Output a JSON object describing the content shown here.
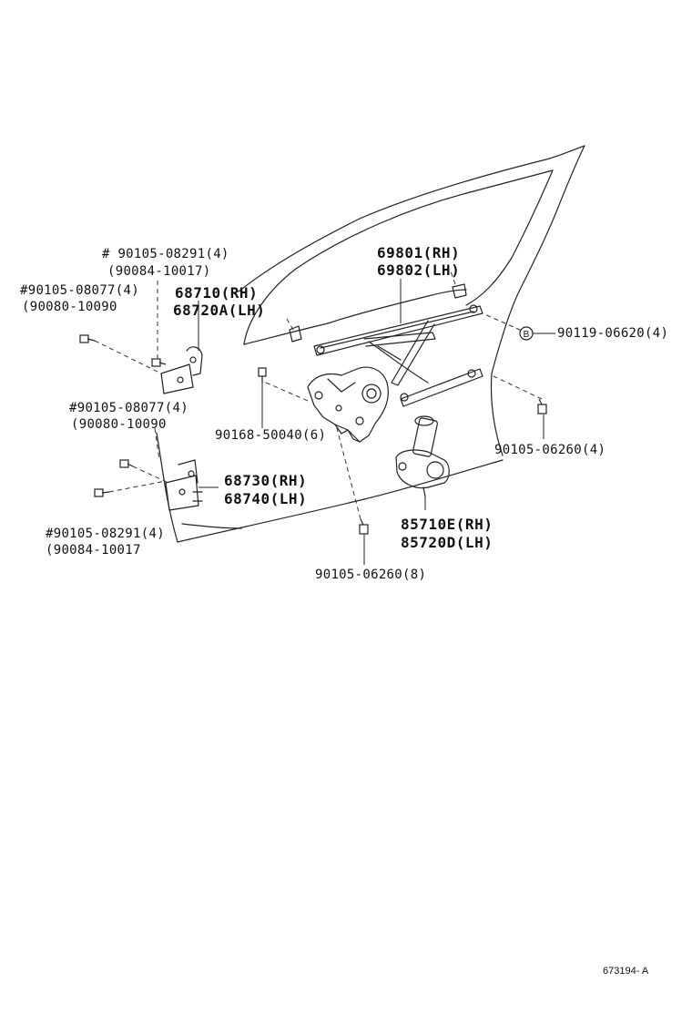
{
  "labels": {
    "bolt_top_mark": "# 90105-08291(4)",
    "bolt_top_alt": "(90084-10017)",
    "bolt_left_mark": "#90105-08077(4)",
    "bolt_left_alt": "(90080-10090",
    "hinge_upper_rh": "68710(RH)",
    "hinge_upper_lh": "68720A(LH)",
    "regulator_rh": "69801(RH)",
    "regulator_lh": "69802(LH)",
    "bolt_right_upper": "90119-06620(4)",
    "bolt_mid_mark": "#90105-08077(4)",
    "bolt_mid_alt": "(90080-10090",
    "screw_center": "90168-50040(6)",
    "bolt_right_lower": "90105-06260(4)",
    "hinge_lower_rh": "68730(RH)",
    "hinge_lower_lh": "68740(LH)",
    "bolt_bottom_mark": "#90105-08291(4)",
    "bolt_bottom_alt": "(90084-10017",
    "motor_rh": "85710E(RH)",
    "motor_lh": "85720D(LH)",
    "bolt_bottom_center": "90105-06260(8)",
    "ref_code": "673194- A",
    "circle_mark": "B"
  }
}
